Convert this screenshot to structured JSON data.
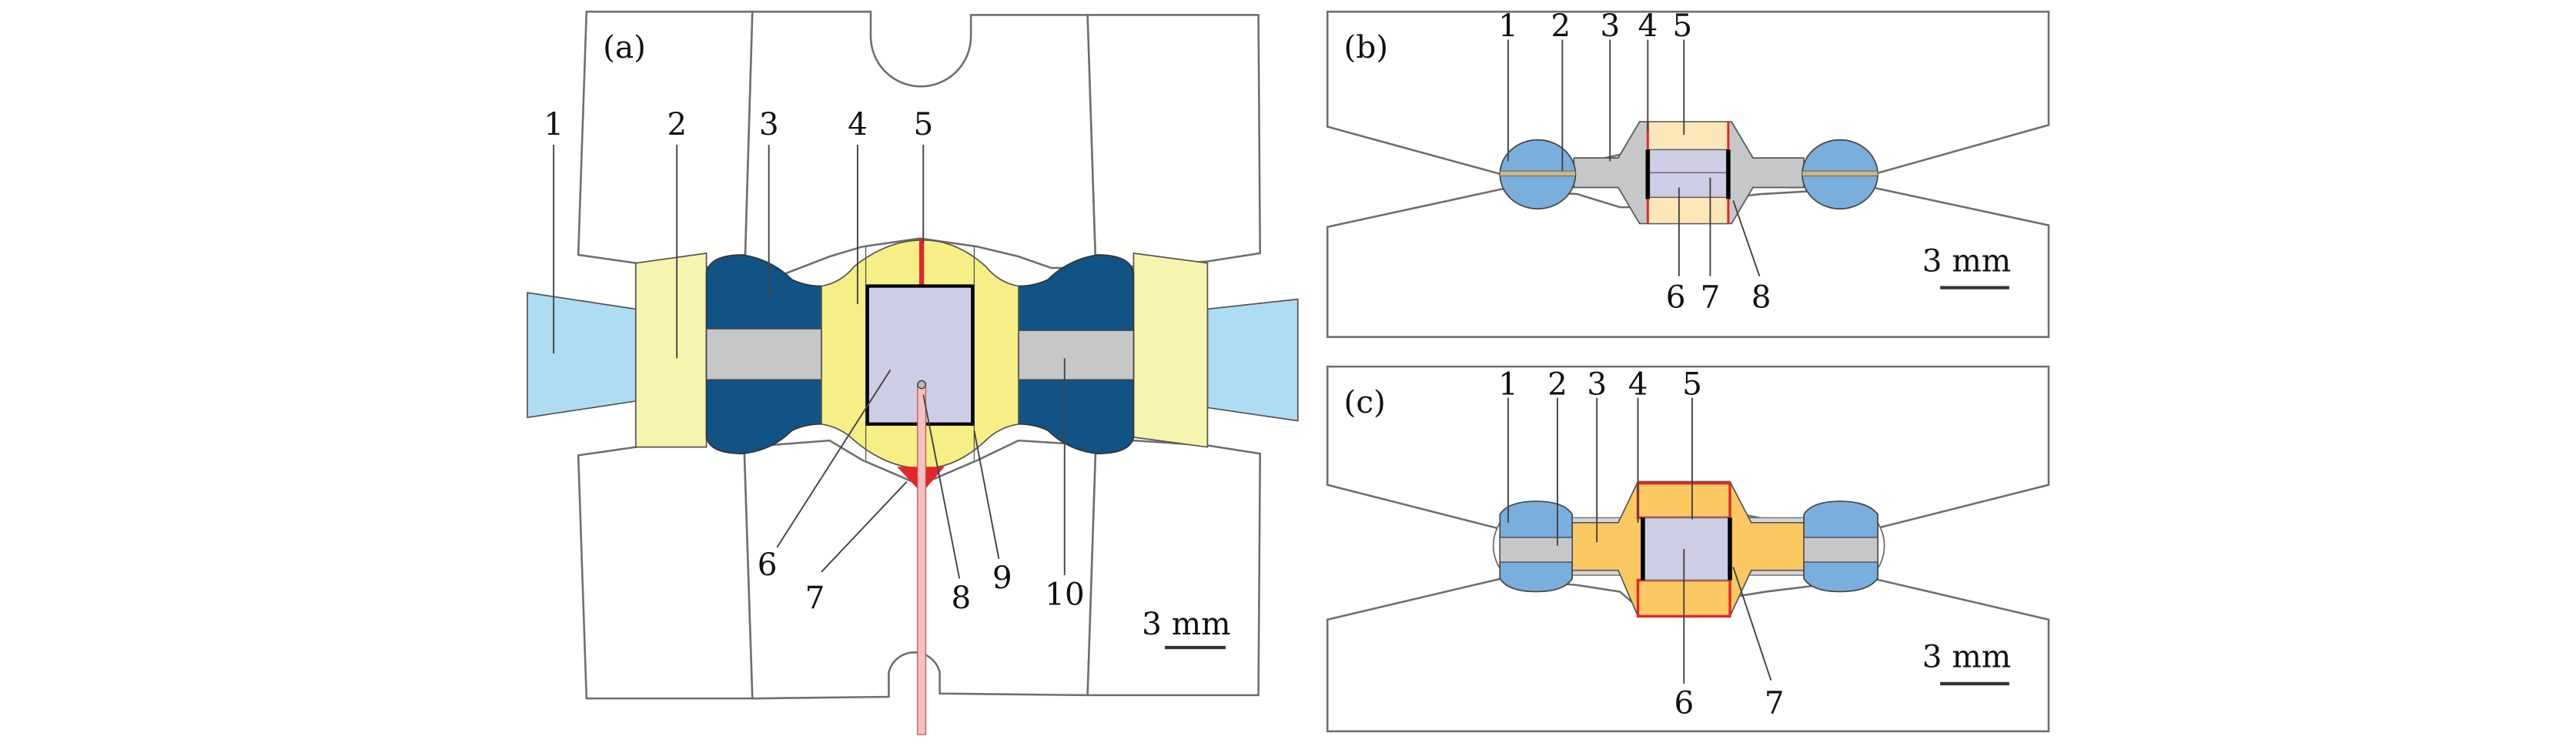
{
  "figure": {
    "panels": [
      {
        "id": "a",
        "label": "(a)",
        "callouts": [
          "1",
          "2",
          "3",
          "4",
          "5",
          "6",
          "7",
          "8",
          "9",
          "10"
        ],
        "scale_bar": "3 mm"
      },
      {
        "id": "b",
        "label": "(b)",
        "callouts": [
          "1",
          "2",
          "3",
          "4",
          "5",
          "6",
          "7",
          "8"
        ],
        "scale_bar": "3 mm"
      },
      {
        "id": "c",
        "label": "(c)",
        "callouts": [
          "1",
          "2",
          "3",
          "4",
          "5",
          "6",
          "7"
        ],
        "scale_bar": "3 mm"
      }
    ],
    "colors": {
      "anvil_outline": "#6e6e6e",
      "light_blue": "#aedcf2",
      "pale_yellow": "#f7f4b0",
      "dark_blue": "#125386",
      "gray": "#c6c7c9",
      "yellow": "#f6ef85",
      "lavender": "#cecde6",
      "red": "#e0282a",
      "mid_blue": "#7aaedc",
      "cream": "#fde7b8",
      "orange": "#fbc861"
    }
  }
}
